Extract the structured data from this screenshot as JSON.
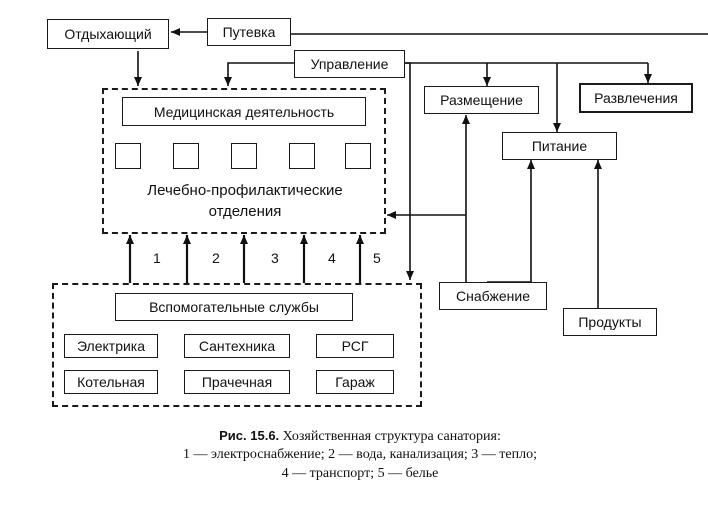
{
  "nodes": {
    "otdykhayushchiy": "Отдыхающий",
    "putevka": "Путевка",
    "upravlenie": "Управление",
    "razmeshchenie": "Размещение",
    "razvlecheniya": "Развлечения",
    "pitanie": "Питание",
    "med_deyatelnost": "Медицинская деятельность",
    "lech_line1": "Лечебно-профилактические",
    "lech_line2": "отделения",
    "snabzhenie": "Снабжение",
    "produkty": "Продукты",
    "vspomog": "Вспомогательные службы",
    "elektrika": "Электрика",
    "santekhnika": "Сантехника",
    "rsg": "РСГ",
    "kotelnaya": "Котельная",
    "prachechnaya": "Прачечная",
    "garazh": "Гараж"
  },
  "flow_numbers": [
    "1",
    "2",
    "3",
    "4",
    "5"
  ],
  "caption": {
    "label": "Рис. 15.6.",
    "title": "Хозяйственная структура санатория:",
    "line2": "1 — электроснабжение; 2 — вода, канализация; 3 — тепло;",
    "line3": "4 — транспорт; 5 — белье"
  }
}
